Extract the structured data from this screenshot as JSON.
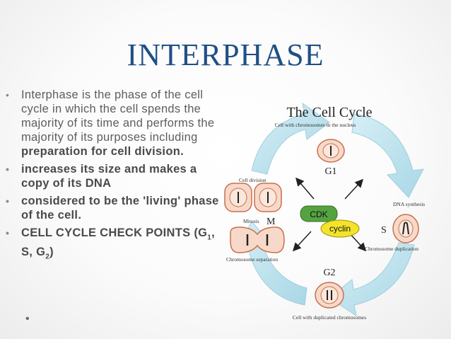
{
  "slide": {
    "title": "INTERPHASE",
    "bullet1_text": "Interphase is the phase of the cell cycle in which the cell spends the majority of its time and performs  the majority of its purposes including ",
    "bullet1_bold": "preparation for cell division.",
    "bullet2": "increases its size and makes a copy of its DNA",
    "bullet3": "considered to be the 'living' phase of the cell.",
    "bullet4_a": "CELL CYCLE CHECK POINTS (G",
    "bullet4_sub1": "1",
    "bullet4_b": ", S, G",
    "bullet4_sub2": "2",
    "bullet4_c": ")",
    "bullet_icon": "bullet-dot",
    "empty_bullet_icon": "bullet-dot"
  },
  "diagram": {
    "title": "The Cell Cycle",
    "g1_caption": "Cell with chromosomes in the nucleus",
    "g1": "G1",
    "dna_synthesis": "DNA synthesis",
    "s": "S",
    "chromosome_duplication": "Chromosome duplication",
    "g2": "G2",
    "g2_caption": "Cell with duplicated chromosomes",
    "cell_division": "Cell division",
    "mitosis": "Mitosis",
    "m": "M",
    "chromosome_separation": "Chromosome separation",
    "cdk": "CDK",
    "cyclin": "cyclin",
    "colors": {
      "arrow": "#bfe4ee",
      "cell_fill": "#f7d9c9",
      "cell_stroke": "#c9704e",
      "cdk_fill": "#55a340",
      "cyclin_fill": "#f3e32c",
      "title_color": "#1f4f86"
    }
  }
}
